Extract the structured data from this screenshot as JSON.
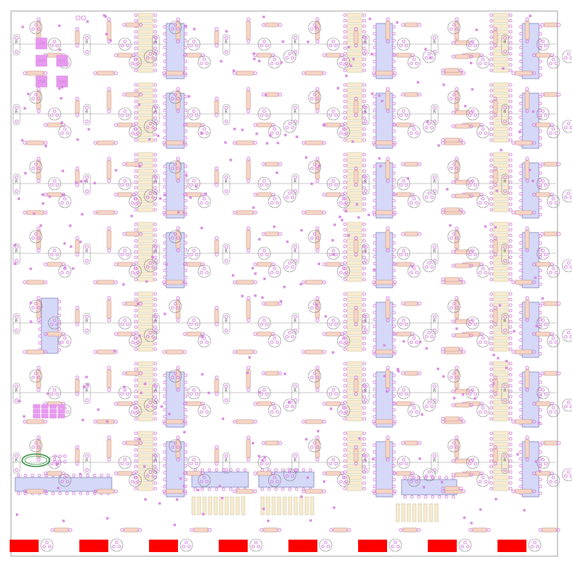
{
  "board": {
    "colors": {
      "background": "#ffffff",
      "outline": "#9a9a9a",
      "trace": "#8c8c8c",
      "pad": "#d889e0",
      "pad_square": "#e89af0",
      "resistor_body": "#f6d5c6",
      "resistor_outline": "#b68a7a",
      "chip_body": "#d5d9f7",
      "chip_outline": "#6c6fb0",
      "socket_pin": "#f7ecd1",
      "socket_outline": "#b8a878",
      "transistor_outline": "#7a7a7a",
      "crystal_outline": "#2e8b3a",
      "edge_connector": "#ff0000"
    },
    "component_marker": "R",
    "grid_rows": 7,
    "grid_cols": 8,
    "edge_connector_count": 8,
    "large_chip_count": 4,
    "icons": [
      "resistor-icon",
      "transistor-icon",
      "dip-chip-icon",
      "pad-icon",
      "crystal-icon",
      "edge-connector-icon"
    ]
  }
}
